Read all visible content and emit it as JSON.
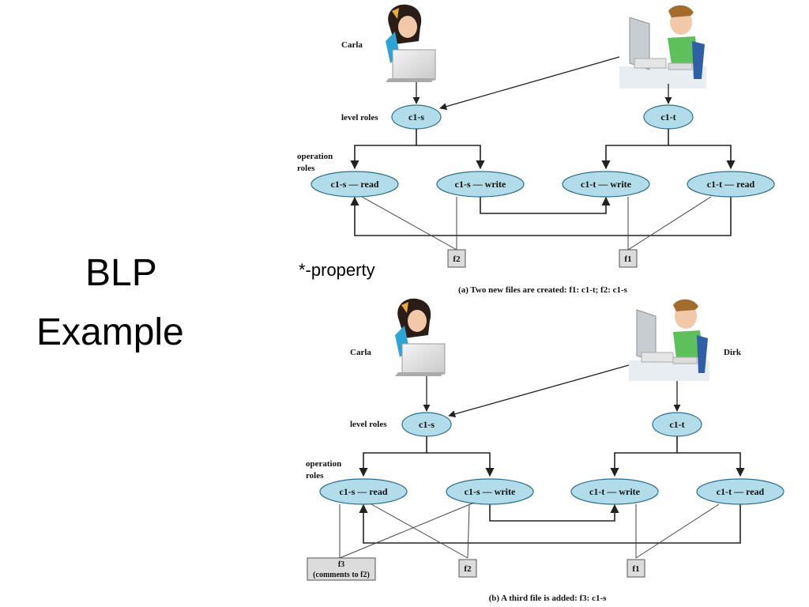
{
  "slide": {
    "title_line1": "BLP",
    "title_line2": "Example",
    "annotation": "*-property"
  },
  "colors": {
    "node_fill": "#b3dcea",
    "node_stroke": "#2b6f8c",
    "file_fill": "#dcdcdc",
    "edge": "#222222"
  },
  "diagram_a": {
    "user_left": "Carla",
    "level_label": "level roles",
    "operation_label_1": "operation",
    "operation_label_2": "roles",
    "level_left": "c1-s",
    "level_right": "c1-t",
    "op1": "c1-s — read",
    "op2": "c1-s — write",
    "op3": "c1-t — write",
    "op4": "c1-t — read",
    "file1": "f2",
    "file2": "f1",
    "caption": "(a) Two new files are created: f1: c1-t; f2: c1-s"
  },
  "diagram_b": {
    "user_left": "Carla",
    "user_right": "Dirk",
    "level_label": "level roles",
    "operation_label_1": "operation",
    "operation_label_2": "roles",
    "level_left": "c1-s",
    "level_right": "c1-t",
    "op1": "c1-s — read",
    "op2": "c1-s — write",
    "op3": "c1-t — write",
    "op4": "c1-t — read",
    "file3_line1": "f3",
    "file3_line2": "(comments to f2)",
    "file1": "f2",
    "file2": "f1",
    "caption": "(b) A third file is added: f3: c1-s"
  }
}
